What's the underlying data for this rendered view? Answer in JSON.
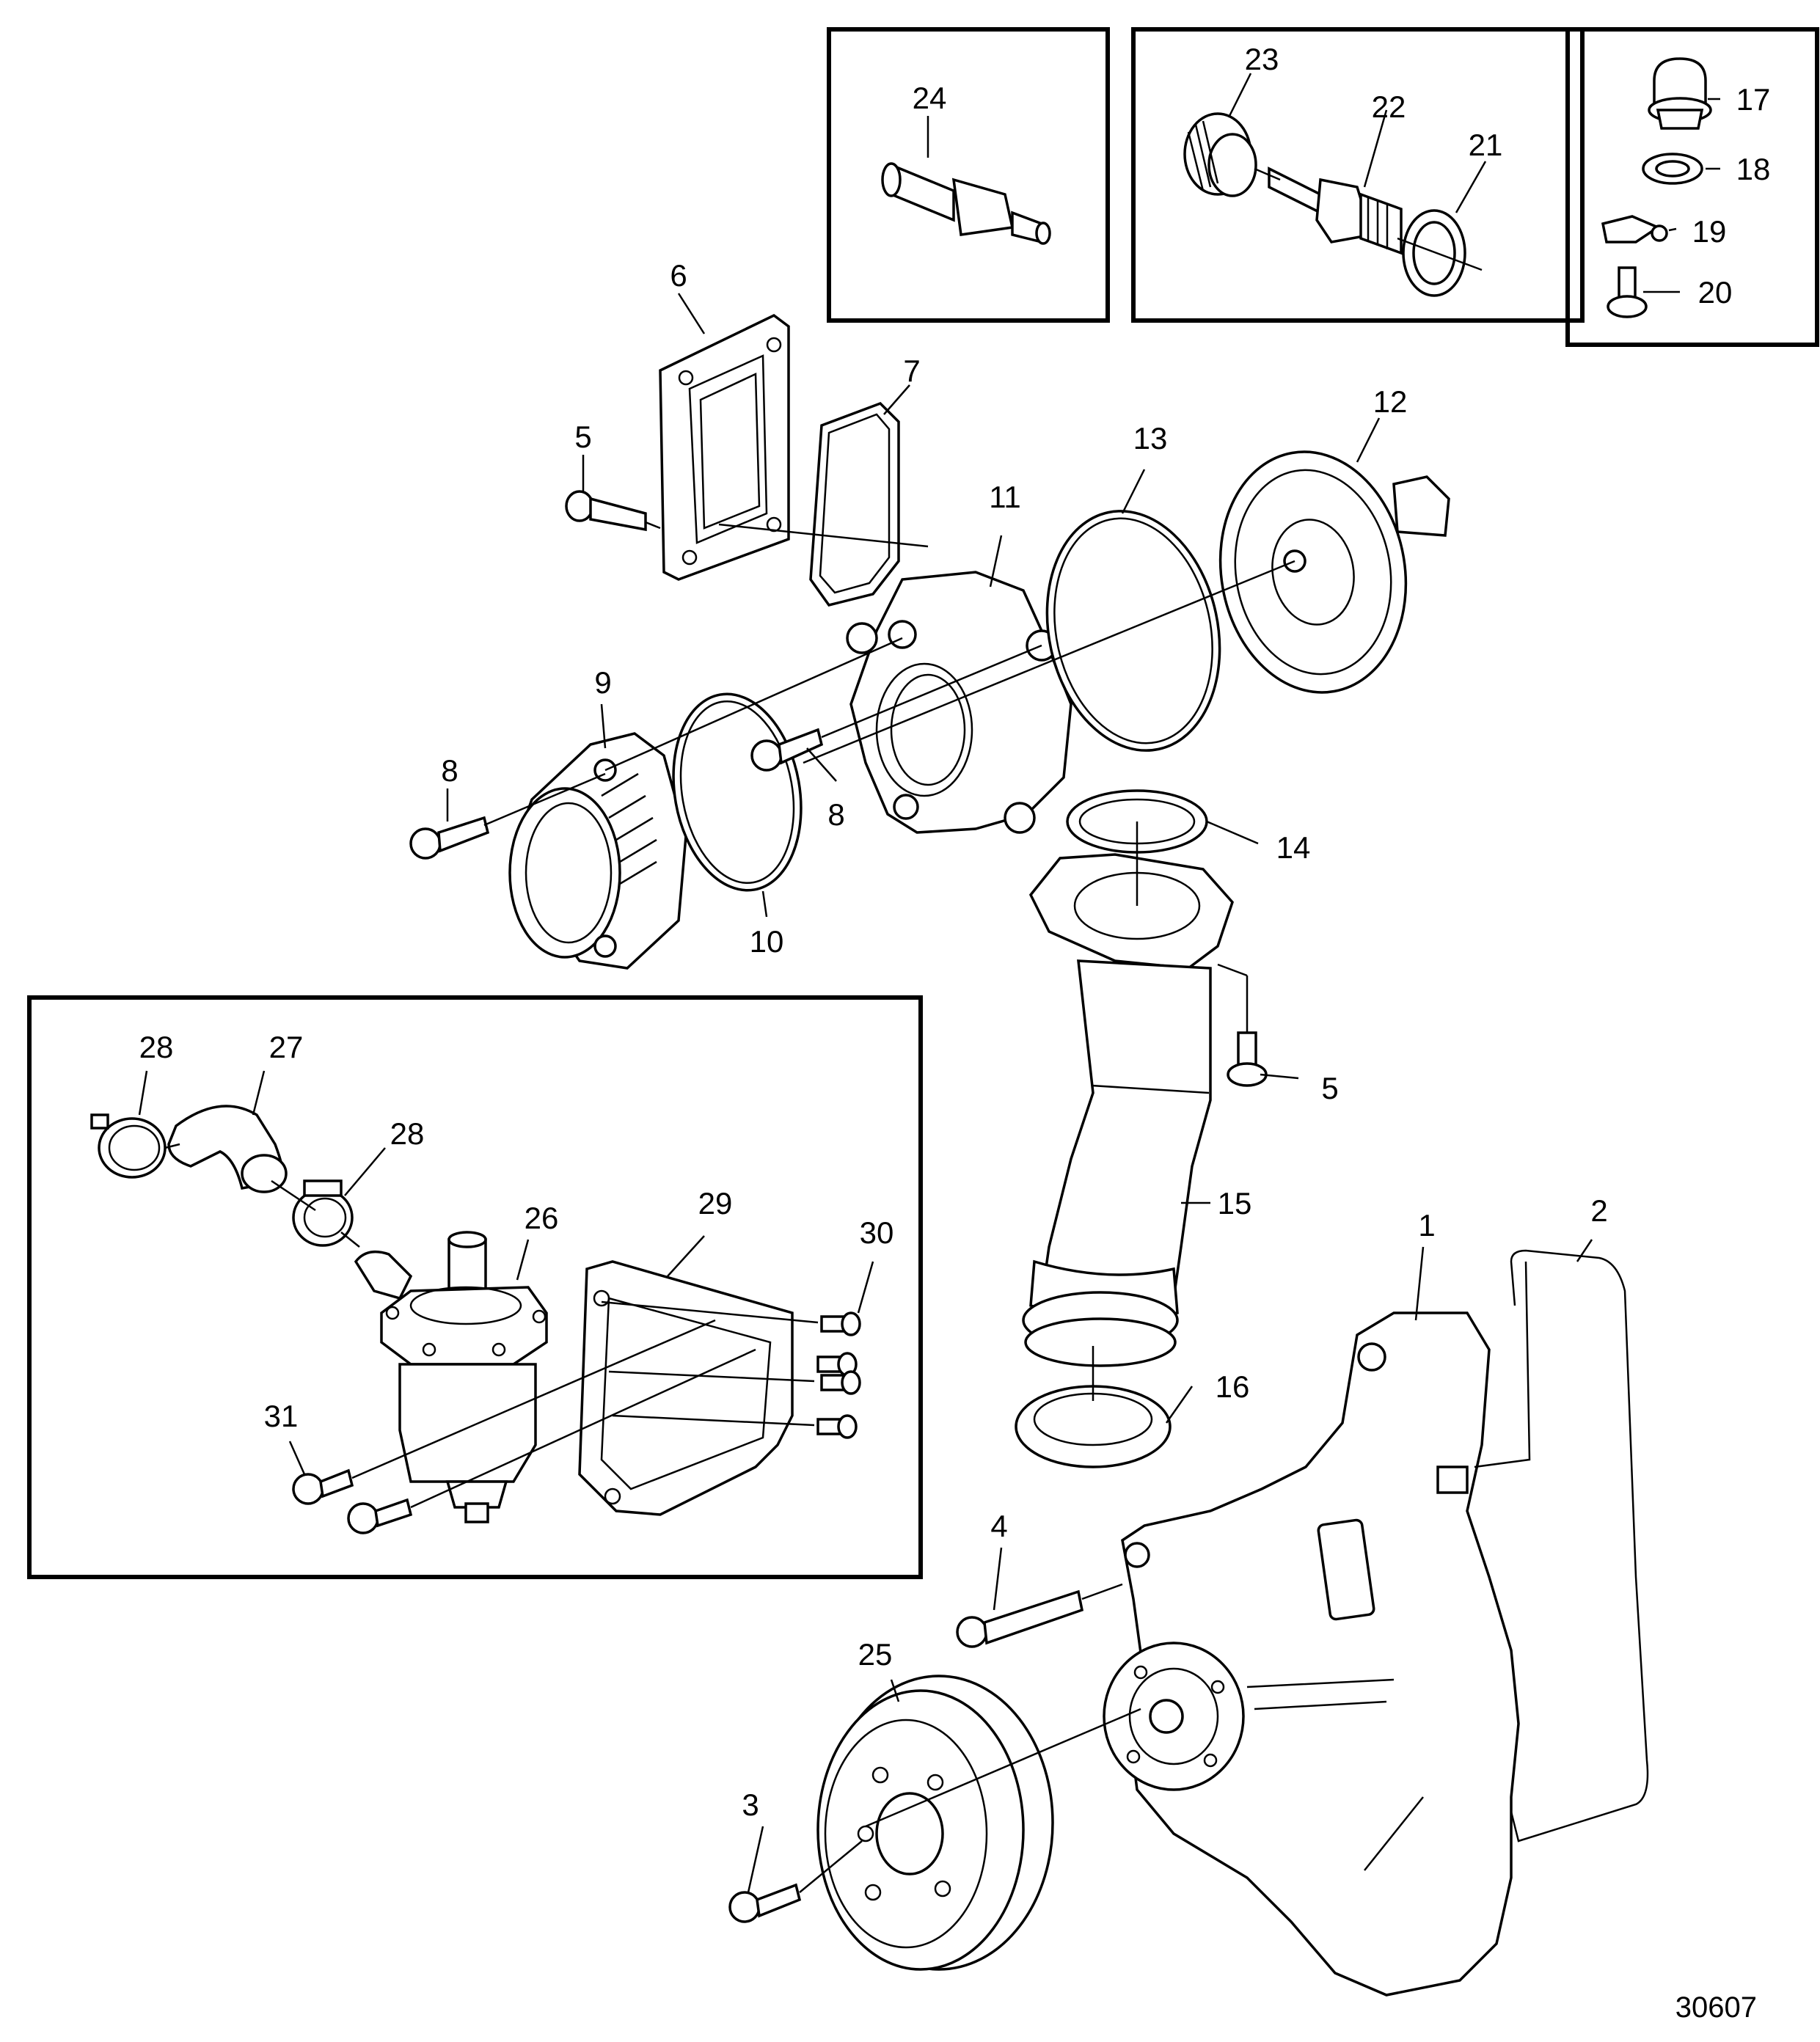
{
  "figure_id": "30607",
  "callouts": [
    "1",
    "2",
    "3",
    "4",
    "5",
    "5",
    "6",
    "7",
    "8",
    "8",
    "9",
    "10",
    "11",
    "12",
    "13",
    "14",
    "15",
    "16",
    "17",
    "18",
    "19",
    "20",
    "21",
    "22",
    "23",
    "24",
    "25",
    "26",
    "27",
    "28",
    "28",
    "29",
    "30",
    "31"
  ],
  "part_icons": {
    "bolt": "bolt-icon",
    "hose": "hose-icon",
    "clamp": "hose-clamp-icon",
    "gasket": "gasket-icon",
    "o_ring": "o-ring-icon",
    "pulley": "pulley-icon",
    "pump": "pump-icon",
    "thermostat": "thermostat-icon"
  },
  "colors": {
    "line": "#000000",
    "background": "#ffffff"
  }
}
